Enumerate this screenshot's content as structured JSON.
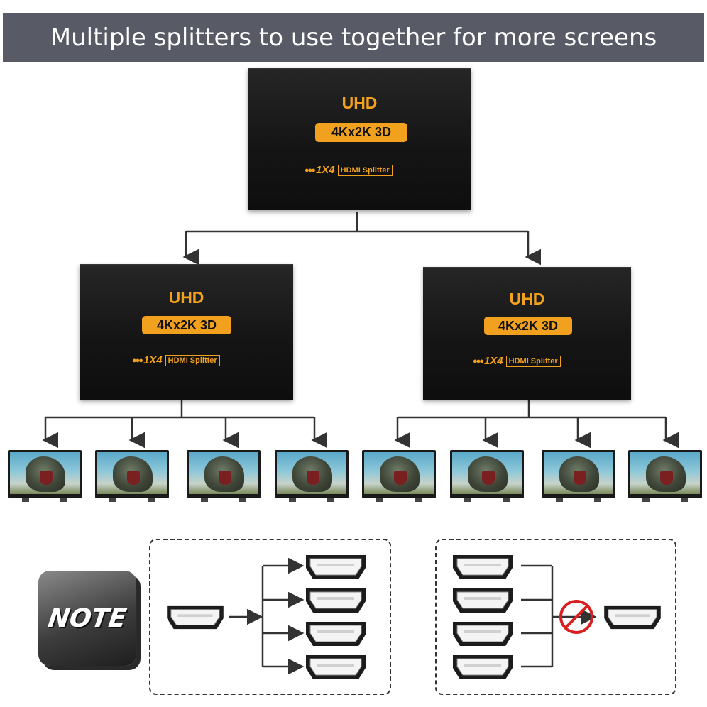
{
  "header": {
    "title": "Multiple splitters to use together for more screens"
  },
  "splitter": {
    "uhd": "UHD",
    "resolution": "4Kx2K 3D",
    "model": "1X4",
    "model_label": "HDMI Splitter"
  },
  "note": {
    "label": "NOTE"
  },
  "colors": {
    "banner": "#585a66",
    "accent": "#f2a11f",
    "device": "#151515",
    "prohibited": "#d92020"
  },
  "icons": {
    "prohibited": "prohibited-icon",
    "hdmi_port": "hdmi-port-icon",
    "tv": "tv-icon"
  }
}
